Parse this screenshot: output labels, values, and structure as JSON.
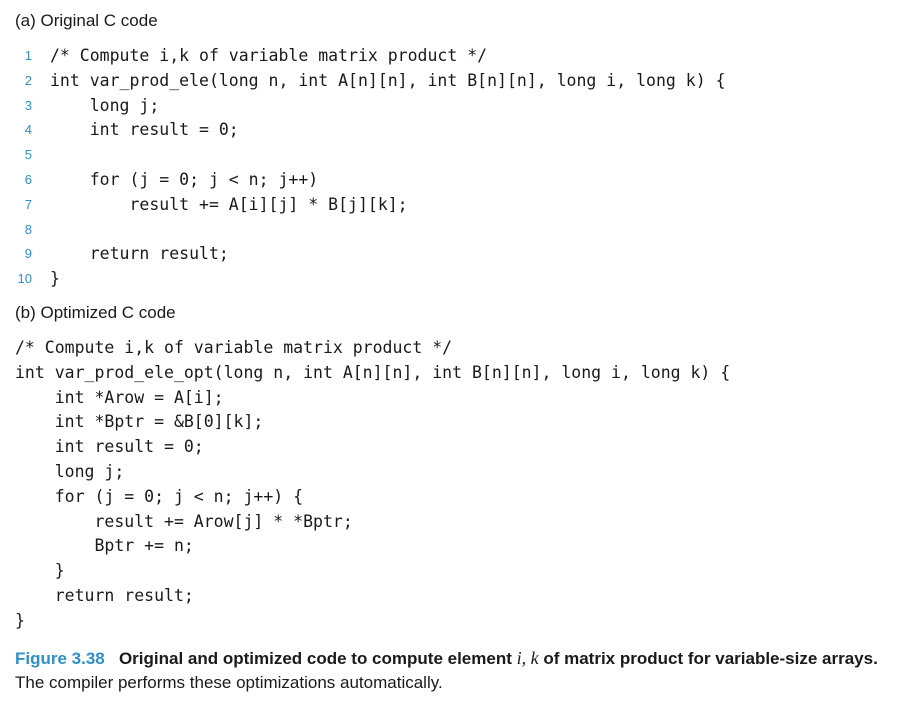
{
  "section_a": {
    "heading": "(a) Original C code",
    "lines": [
      {
        "num": "1",
        "code": "/* Compute i,k of variable matrix product */"
      },
      {
        "num": "2",
        "code": "int var_prod_ele(long n, int A[n][n], int B[n][n], long i, long k) {"
      },
      {
        "num": "3",
        "code": "    long j;"
      },
      {
        "num": "4",
        "code": "    int result = 0;"
      },
      {
        "num": "5",
        "code": ""
      },
      {
        "num": "6",
        "code": "    for (j = 0; j < n; j++)"
      },
      {
        "num": "7",
        "code": "        result += A[i][j] * B[j][k];"
      },
      {
        "num": "8",
        "code": ""
      },
      {
        "num": "9",
        "code": "    return result;"
      },
      {
        "num": "10",
        "code": "}"
      }
    ]
  },
  "section_b": {
    "heading": "(b) Optimized C code",
    "lines": [
      "/* Compute i,k of variable matrix product */",
      "int var_prod_ele_opt(long n, int A[n][n], int B[n][n], long i, long k) {",
      "    int *Arow = A[i];",
      "    int *Bptr = &B[0][k];",
      "    int result = 0;",
      "    long j;",
      "    for (j = 0; j < n; j++) {",
      "        result += Arow[j] * *Bptr;",
      "        Bptr += n;",
      "    }",
      "    return result;",
      "}"
    ]
  },
  "caption": {
    "figure_label": "Figure 3.38",
    "title_part1": "Original and optimized code to compute element",
    "math": "i, k",
    "title_part2": "of matrix product for variable-size arrays.",
    "body": "The compiler performs these optimizations automatically."
  }
}
